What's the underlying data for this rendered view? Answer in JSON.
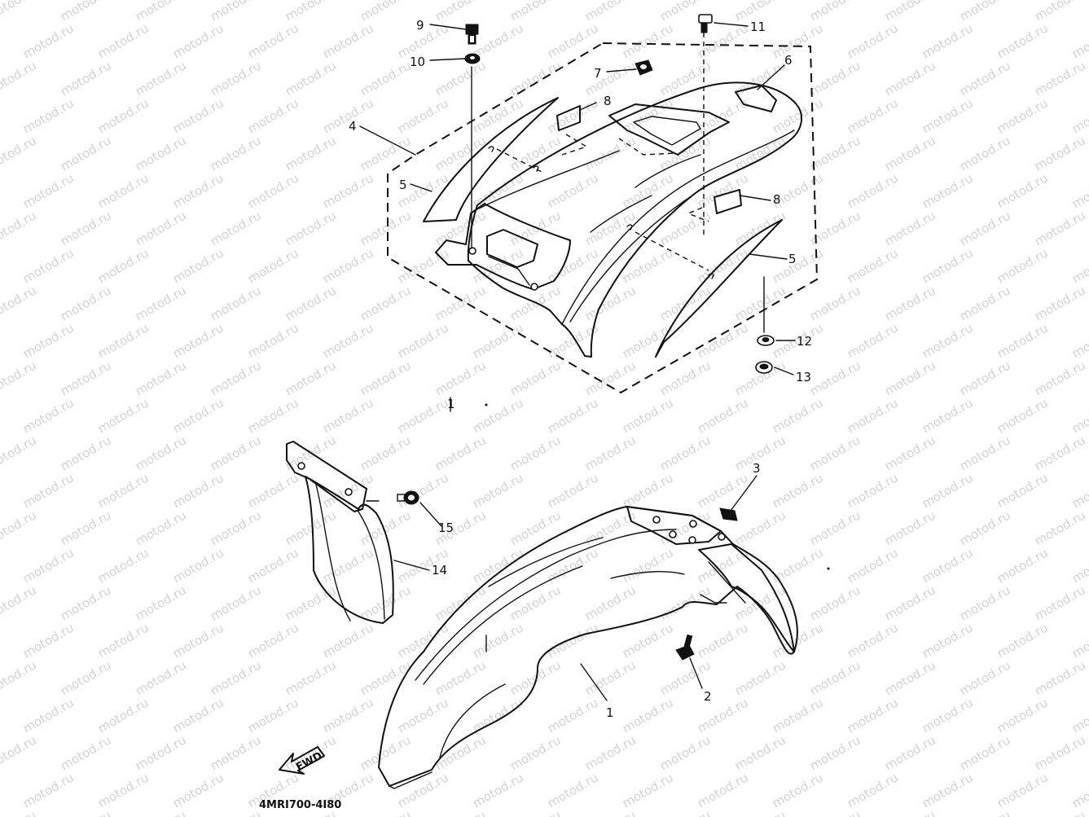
{
  "watermark": "motod.ru",
  "drawing_code": "4MRI700-4I80",
  "fwd_label": "FWD",
  "callouts": [
    {
      "id": "c9",
      "label": "9"
    },
    {
      "id": "c10",
      "label": "10"
    },
    {
      "id": "c11",
      "label": "11"
    },
    {
      "id": "c7",
      "label": "7"
    },
    {
      "id": "c6",
      "label": "6"
    },
    {
      "id": "c8a",
      "label": "8"
    },
    {
      "id": "c4",
      "label": "4"
    },
    {
      "id": "c5a",
      "label": "5"
    },
    {
      "id": "c8b",
      "label": "8"
    },
    {
      "id": "c5b",
      "label": "5"
    },
    {
      "id": "c12",
      "label": "12"
    },
    {
      "id": "c13",
      "label": "13"
    },
    {
      "id": "c1a",
      "label": "1"
    },
    {
      "id": "c3",
      "label": "3"
    },
    {
      "id": "c15",
      "label": "15"
    },
    {
      "id": "c14",
      "label": "14"
    },
    {
      "id": "c2",
      "label": "2"
    },
    {
      "id": "c1b",
      "label": "1"
    }
  ]
}
